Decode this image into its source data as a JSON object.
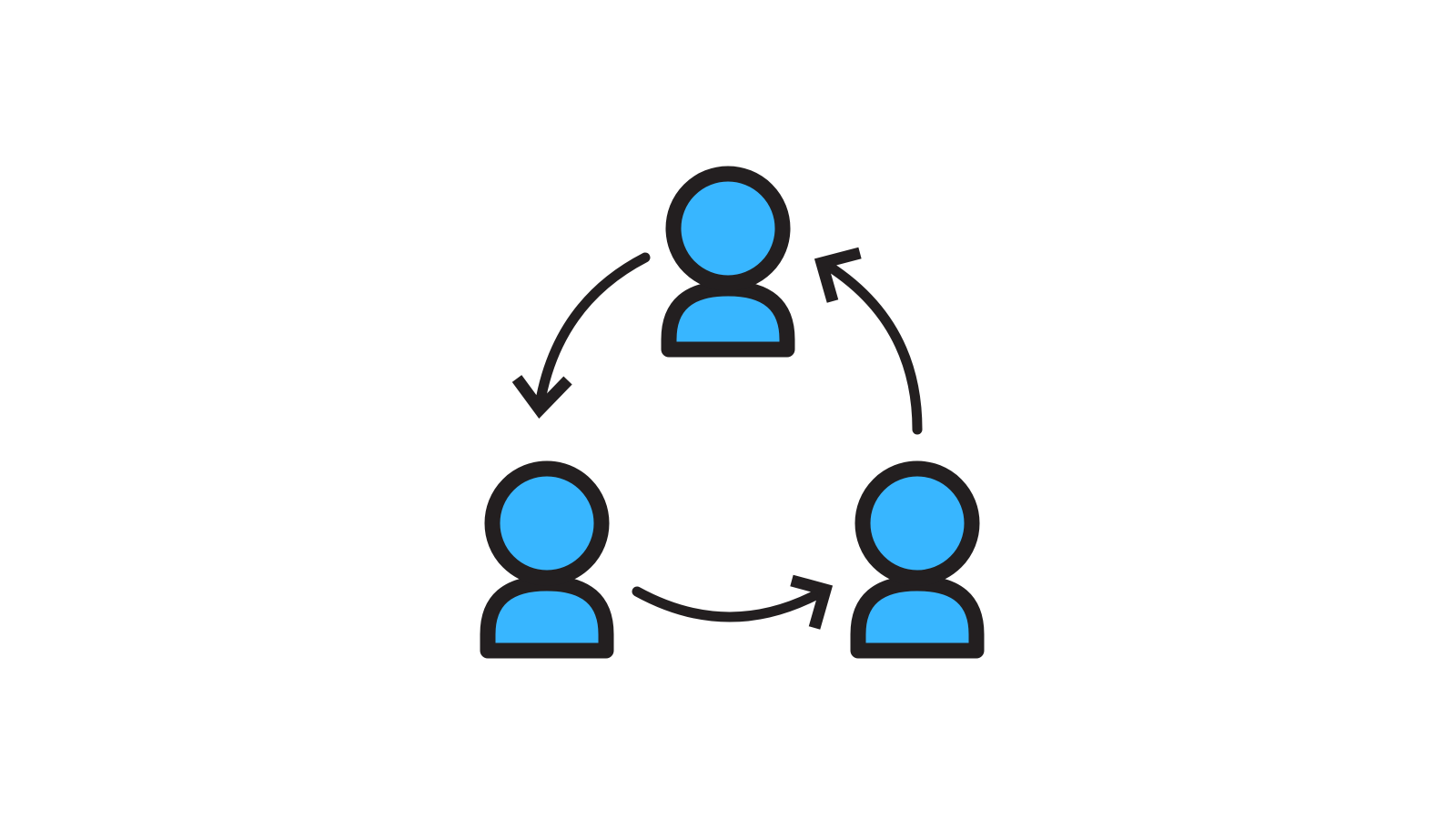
{
  "diagram": {
    "nodes": [
      {
        "id": "top",
        "icon": "person-icon"
      },
      {
        "id": "bottom-left",
        "icon": "person-icon"
      },
      {
        "id": "bottom-right",
        "icon": "person-icon"
      }
    ],
    "edges": [
      {
        "from": "top",
        "to": "bottom-left",
        "icon": "curved-arrow-icon"
      },
      {
        "from": "bottom-left",
        "to": "bottom-right",
        "icon": "curved-arrow-icon"
      },
      {
        "from": "bottom-right",
        "to": "top",
        "icon": "curved-arrow-icon"
      }
    ]
  },
  "colors": {
    "fill": "#38b6ff",
    "stroke": "#231f20",
    "background": "#ffffff"
  }
}
